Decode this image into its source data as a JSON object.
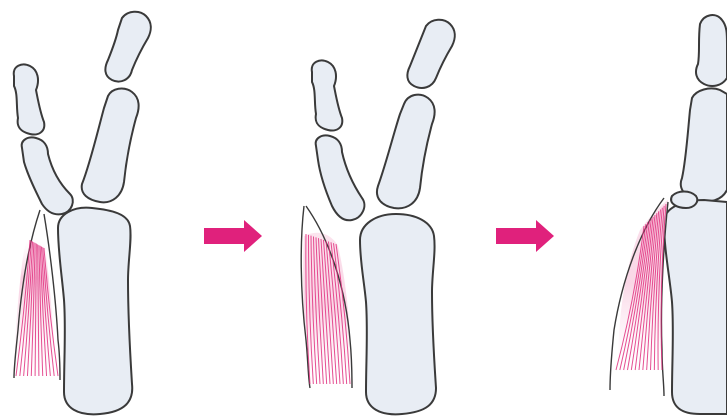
{
  "colors": {
    "bone_fill": "#e8edf4",
    "outline": "#3a3a3a",
    "muscle_fiber": "#e0307f",
    "muscle_glow": "#f6c0d8",
    "arrow": "#e0217c"
  },
  "stages": [
    {
      "name": "stage-1",
      "muscle_state": "relaxed"
    },
    {
      "name": "stage-2",
      "muscle_state": "contracting"
    },
    {
      "name": "stage-3",
      "muscle_state": "contracted"
    }
  ],
  "transitions": [
    {
      "name": "arrow-1",
      "icon": "right-arrow-icon"
    },
    {
      "name": "arrow-2",
      "icon": "right-arrow-icon"
    }
  ]
}
